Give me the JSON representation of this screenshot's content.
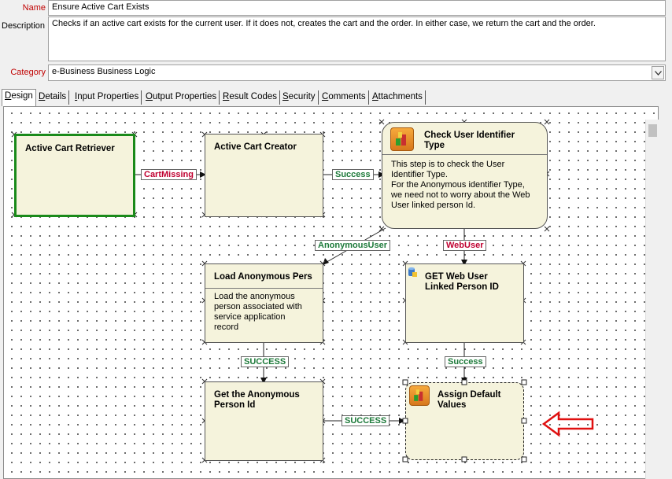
{
  "form": {
    "name_label": "Name",
    "name_value": "Ensure Active Cart Exists",
    "description_label": "Description",
    "description_value": "Checks if an active cart exists for the current user.  If it does not, creates the cart and the order.  In either case, we return the cart and the order.",
    "category_label": "Category",
    "category_value": "e-Business Business Logic"
  },
  "tabs": [
    {
      "label": "Design",
      "underline": "D",
      "rest": "esign"
    },
    {
      "label": "Details",
      "underline": "D",
      "rest": "etails"
    },
    {
      "label": "Input Properties",
      "underline": "I",
      "rest": "nput Properties"
    },
    {
      "label": "Output Properties",
      "underline": "O",
      "rest": "utput Properties"
    },
    {
      "label": "Result Codes",
      "underline": "R",
      "rest": "esult Codes"
    },
    {
      "label": "Security",
      "underline": "S",
      "rest": "ecurity"
    },
    {
      "label": "Comments",
      "underline": "C",
      "rest": "omments"
    },
    {
      "label": "Attachments",
      "underline": "A",
      "rest": "ttachments"
    }
  ],
  "nodes": {
    "active_cart_retriever": {
      "title": "Active Cart Retriever"
    },
    "active_cart_creator": {
      "title": "Active Cart Creator"
    },
    "check_user_identifier_type": {
      "title_line1": "Check User Identifier",
      "title_line2": "Type",
      "desc_lines": [
        "This step is to check the User",
        "Identifier Type.",
        "For the Anonymous identifier Type,",
        "we need not to worry about the Web",
        "User linked person Id."
      ]
    },
    "load_anonymous_pers": {
      "title": "Load Anonymous Pers",
      "desc_lines": [
        "Load the anonymous",
        "person associated with",
        "service application",
        "record"
      ]
    },
    "get_web_user_linked_person_id": {
      "title_line1": "GET Web User",
      "title_line2": "Linked Person ID"
    },
    "get_the_anonymous_person_id": {
      "title_line1": "Get the Anonymous",
      "title_line2": "Person Id"
    },
    "assign_default_values": {
      "title_line1": "Assign Default",
      "title_line2": "Values"
    }
  },
  "connectors": {
    "cart_missing": "CartMissing",
    "success_1": "Success",
    "anonymous_user": "AnonymousUser",
    "web_user": "WebUser",
    "success_caps_1": "SUCCESS",
    "success_2": "Success",
    "success_caps_2": "SUCCESS"
  },
  "colors": {
    "node_fill": "#f5f3dc",
    "selected_border": "#1a8a1a",
    "tag_green": "#1d7a3a",
    "tag_red": "#c00030",
    "annotation_arrow": "#e01010"
  },
  "icons": [
    "app-step-icon",
    "database-icon",
    "combo-arrow-icon",
    "red-hollow-arrow-icon"
  ]
}
